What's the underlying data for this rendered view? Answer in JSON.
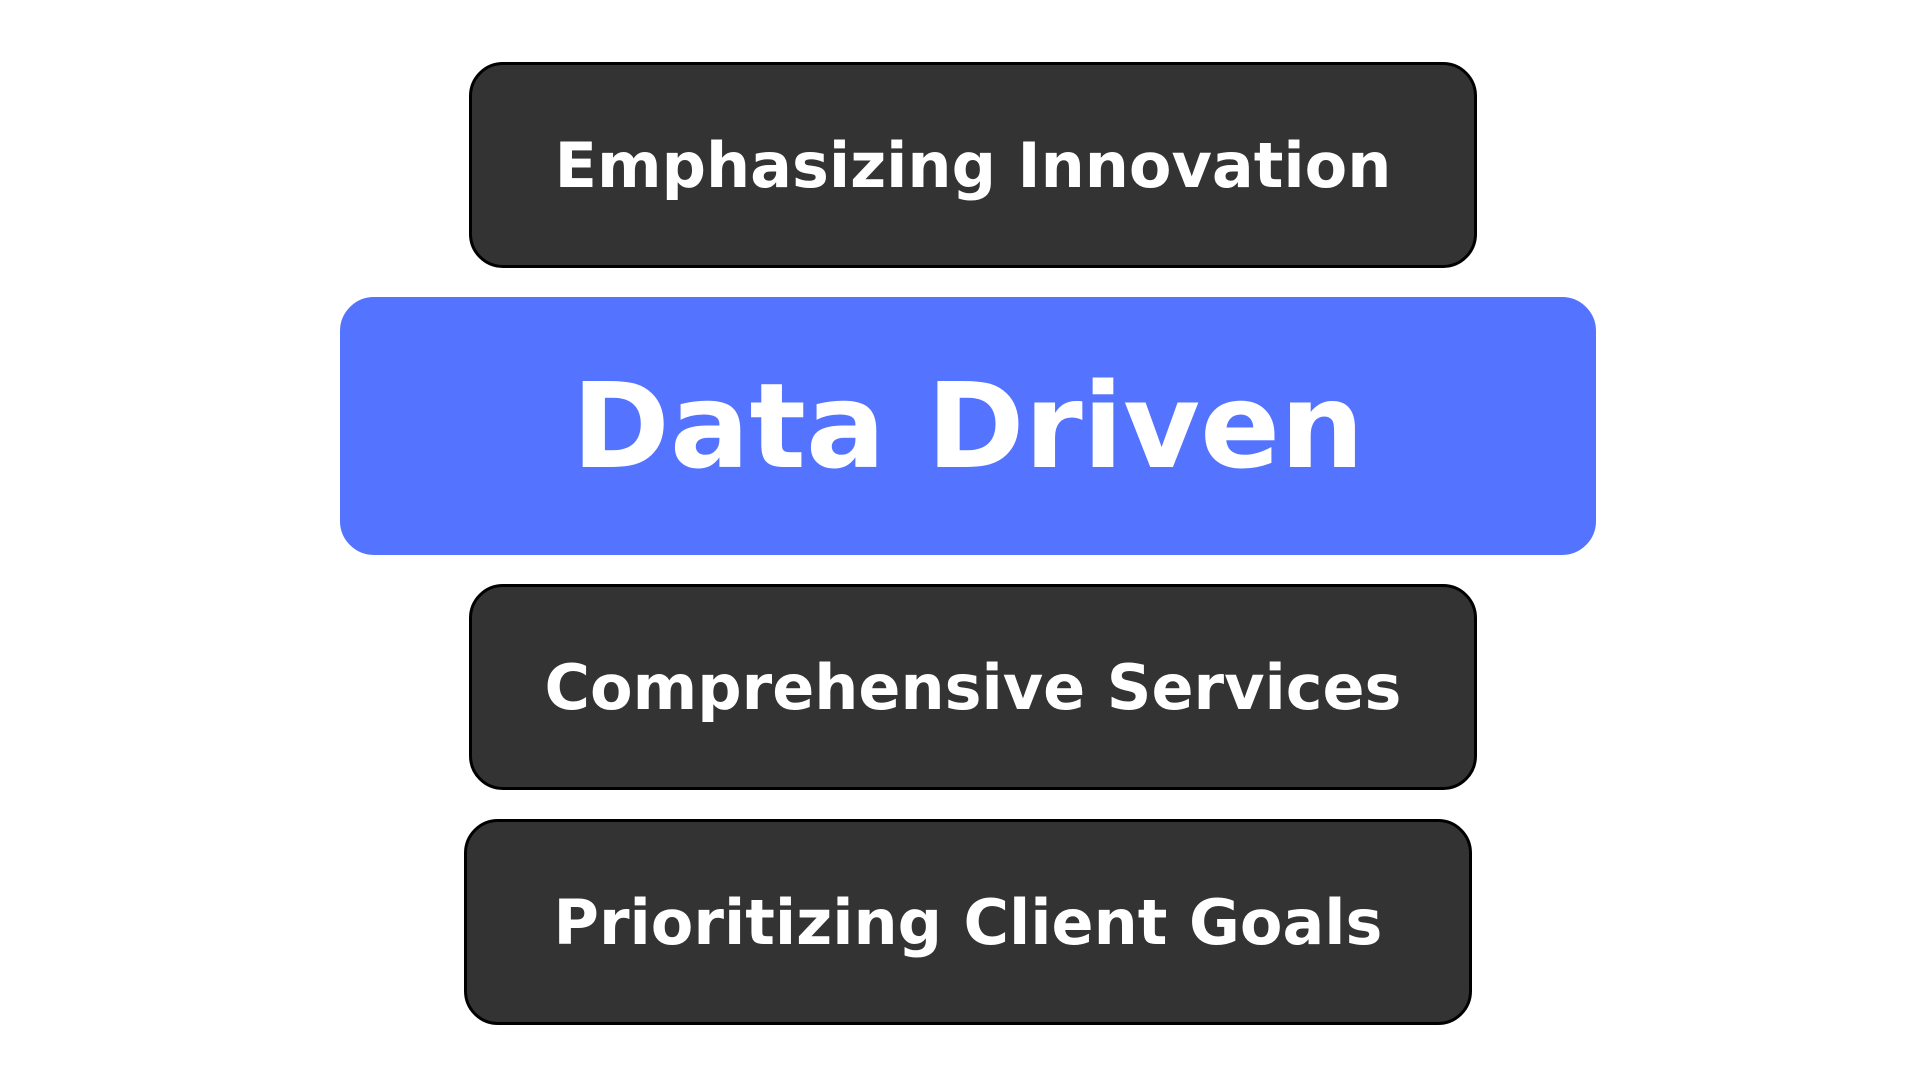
{
  "cards": [
    {
      "label": "Emphasizing Innovation",
      "highlighted": false
    },
    {
      "label": "Data Driven",
      "highlighted": true
    },
    {
      "label": "Comprehensive Services",
      "highlighted": false
    },
    {
      "label": "Prioritizing Client Goals",
      "highlighted": false
    }
  ],
  "colors": {
    "card_dark": "#333333",
    "card_accent": "#5473ff",
    "text": "#ffffff",
    "background": "#ffffff"
  }
}
